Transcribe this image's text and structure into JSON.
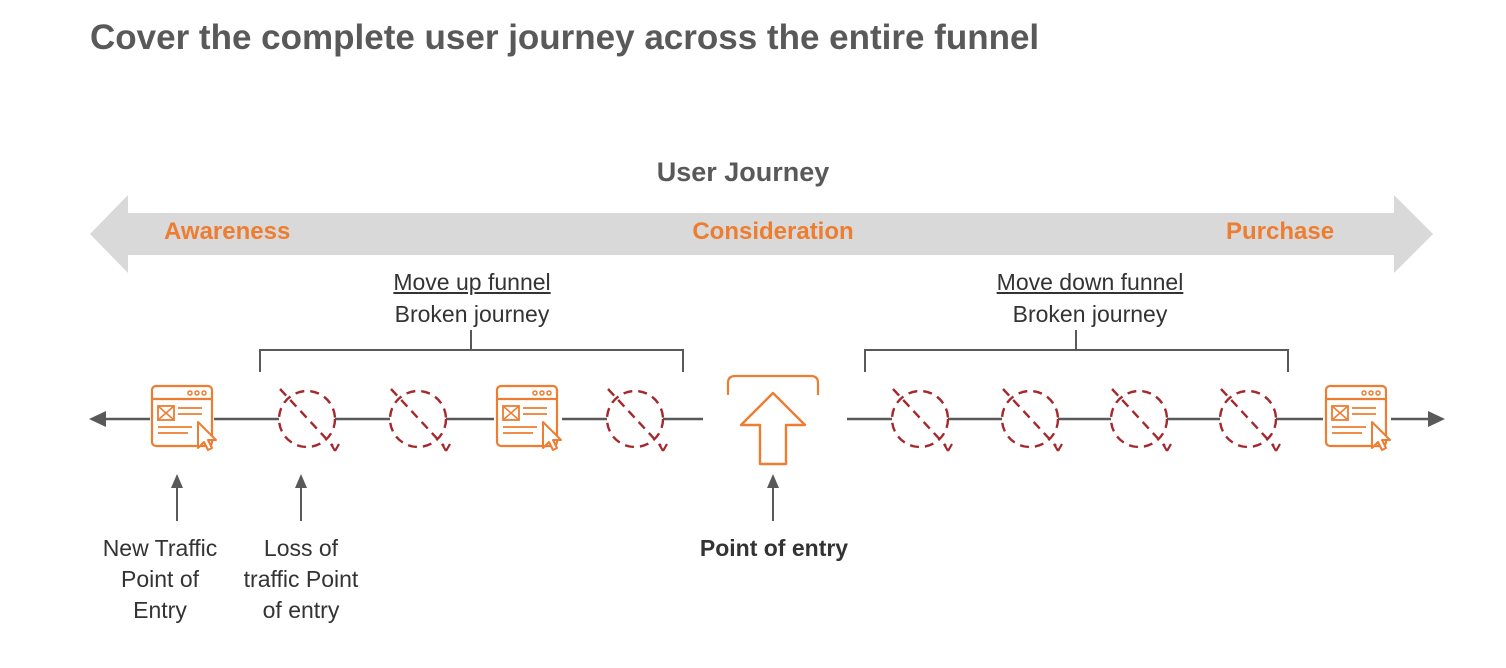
{
  "title": "Cover the complete user journey across the entire funnel",
  "journey": {
    "label": "User Journey",
    "stages": [
      "Awareness",
      "Consideration",
      "Purchase"
    ]
  },
  "sections": {
    "up": {
      "heading": "Move up funnel",
      "subheading": "Broken journey"
    },
    "down": {
      "heading": "Move down funnel",
      "subheading": "Broken journey"
    }
  },
  "captions": {
    "new_traffic": "New Traffic Point of Entry",
    "loss_of_traffic": "Loss of traffic Point of entry",
    "point_of_entry": "Point of entry"
  },
  "nodes": [
    "webpage-icon",
    "broken-page-icon",
    "broken-page-icon",
    "webpage-icon",
    "broken-page-icon",
    "up-arrow-icon",
    "broken-page-icon",
    "broken-page-icon",
    "broken-page-icon",
    "broken-page-icon",
    "webpage-icon"
  ],
  "colors": {
    "accent": "#ED7D31",
    "broken": "#A4282C",
    "band": "#D9D9D9",
    "text_heading": "#595959",
    "line": "#595959"
  }
}
